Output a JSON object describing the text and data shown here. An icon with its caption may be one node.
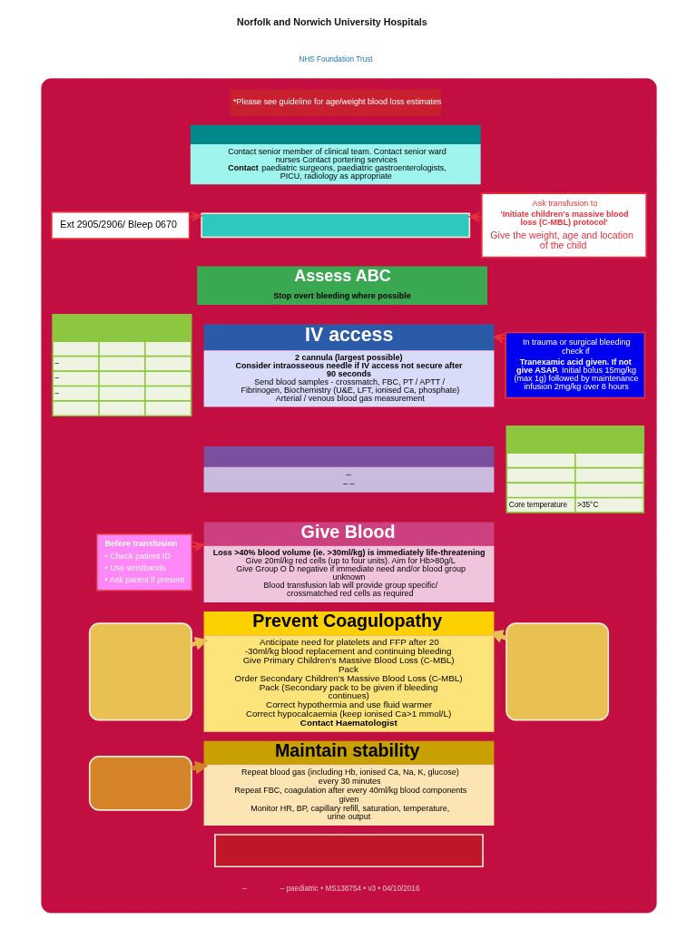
{
  "diagram": {
    "nodes": [
      {
        "text": [],
        "shape": "box"
      },
      {
        "text": [
          "Contact senior member of clinical team. Contact senior ward nurses Contact portering services",
          "**Contact** paediatric surgeons, paediatric gastroenterologists, PICU, radiology as appropriate"
        ],
        "in": 0
      },
      {
        "text": [
          "Ext 2905/2906/ Bleep 0670"
        ],
        "in": 0
      },
      {
        "text": [],
        "shape": "box",
        "in": 0
      },
      {
        "text": [
          "Ask transfusion to",
          "‘Initiate children's massive blood loss (C-MBL) protocol'",
          "Give the weight, age and location of the child"
        ],
        "in": 0
      },
      {
        "text": [
          "Assess ABC",
          "Stop overt bleeding where possible"
        ],
        "in": 0
      },
      {
        "text": [
          "IV access",
          "2 cannula (largest possible)",
          "Consider intraosseous needle if IV access not secure after 90 seconds",
          "Send blood samples - crossmatch, FBC, PT / APTT / Fibrinogen, Biochemistry (U&E, LFT, ionised Ca, phosphate)",
          "Arterial / venous blood gas measurement"
        ],
        "in": 0
      },
      {
        "text": [
          "In trauma or surgical bleeding check if",
          "**Tranexamic acid given. If not give ASAP.** Initial bolus 15mg/kg (max 1g) followed by maintenance infusion 2mg/kg over 8 hours"
        ],
        "in": 0
      },
      {
        "text": [
          "–",
          "–",
          "–"
        ],
        "in": 0
      },
      {
        "text": [
          "–",
          "– –"
        ],
        "in": 0
      },
      {
        "text": [
          "Core temperature",
          ">35°C"
        ],
        "in": 0
      },
      {
        "text": [
          "Before transfusion",
          "• Check patient ID",
          "• Use wristbands",
          "• Ask parent if present"
        ],
        "in": 0
      },
      {
        "text": [
          "Give Blood",
          "Loss >40% blood volume (ie. >30ml/kg) is immediately life-threatening",
          "Give 20ml/kg red cells (up to four units). Aim for Hb>80g/L",
          "Give Group O D negative if immediate need and/or blood group unknown",
          "Blood transfusion lab will provide group specific/ crossmatched red cells as required"
        ],
        "in": 0
      },
      {
        "text": [],
        "shape": "box",
        "in": 0
      },
      {
        "text": [
          "Prevent Coagulopathy",
          "Anticipate need for platelets and FFP after 20 -30ml/kg blood replacement and continuing bleeding",
          "Give Primary Children's Massive Blood Loss (C-MBL) Pack",
          "Order Secondary Children's Massive Blood Loss (C-MBL) Pack (Secondary pack to be given if bleeding continues)",
          "Correct hypothermia and use fluid warmer",
          "Correct hypocalcaemia (keep ionised Ca>1 mmol/L)",
          "Contact Haematologist"
        ],
        "in": 0
      },
      {
        "text": [],
        "shape": "box",
        "in": 0
      },
      {
        "text": [],
        "shape": "box",
        "in": 0
      },
      {
        "text": [
          "Maintain stability",
          "Repeat blood gas (including Hb, ionised Ca, Na, K, glucose) every 30 minutes",
          "Repeat FBC, coagulation after every 40ml/kg blood components given",
          "Monitor HR, BP, capillary refill, saturation, temperature, urine output"
        ],
        "in": 0
      },
      {
        "text": [],
        "shape": "box",
        "in": 0
      }
    ],
    "edges": [
      {
        "from": 2,
        "to": 3,
        "arrow": "to"
      },
      {
        "from": 4,
        "to": 3,
        "arrow": "to"
      },
      {
        "from": 7,
        "to": 6,
        "arrow": "to"
      },
      {
        "from": 11,
        "to": 12,
        "arrow": "to"
      },
      {
        "from": 13,
        "to": 14,
        "arrow": "to",
        "style": "thick",
        "color": "#e8c152"
      },
      {
        "from": 15,
        "to": 14,
        "arrow": "to",
        "style": "thick",
        "color": "#e8c152"
      },
      {
        "from": 16,
        "to": 17,
        "arrow": "to",
        "style": "thick",
        "color": "#d6842a"
      }
    ],
    "labels": [
      "Norfolk and Norwich University Hospitals",
      "NHS Foundation Trust",
      "*Please see guideline for age/weight blood loss estimates",
      "–",
      "– paediatric • MS138754 • v3 • 04/10/2016"
    ]
  }
}
